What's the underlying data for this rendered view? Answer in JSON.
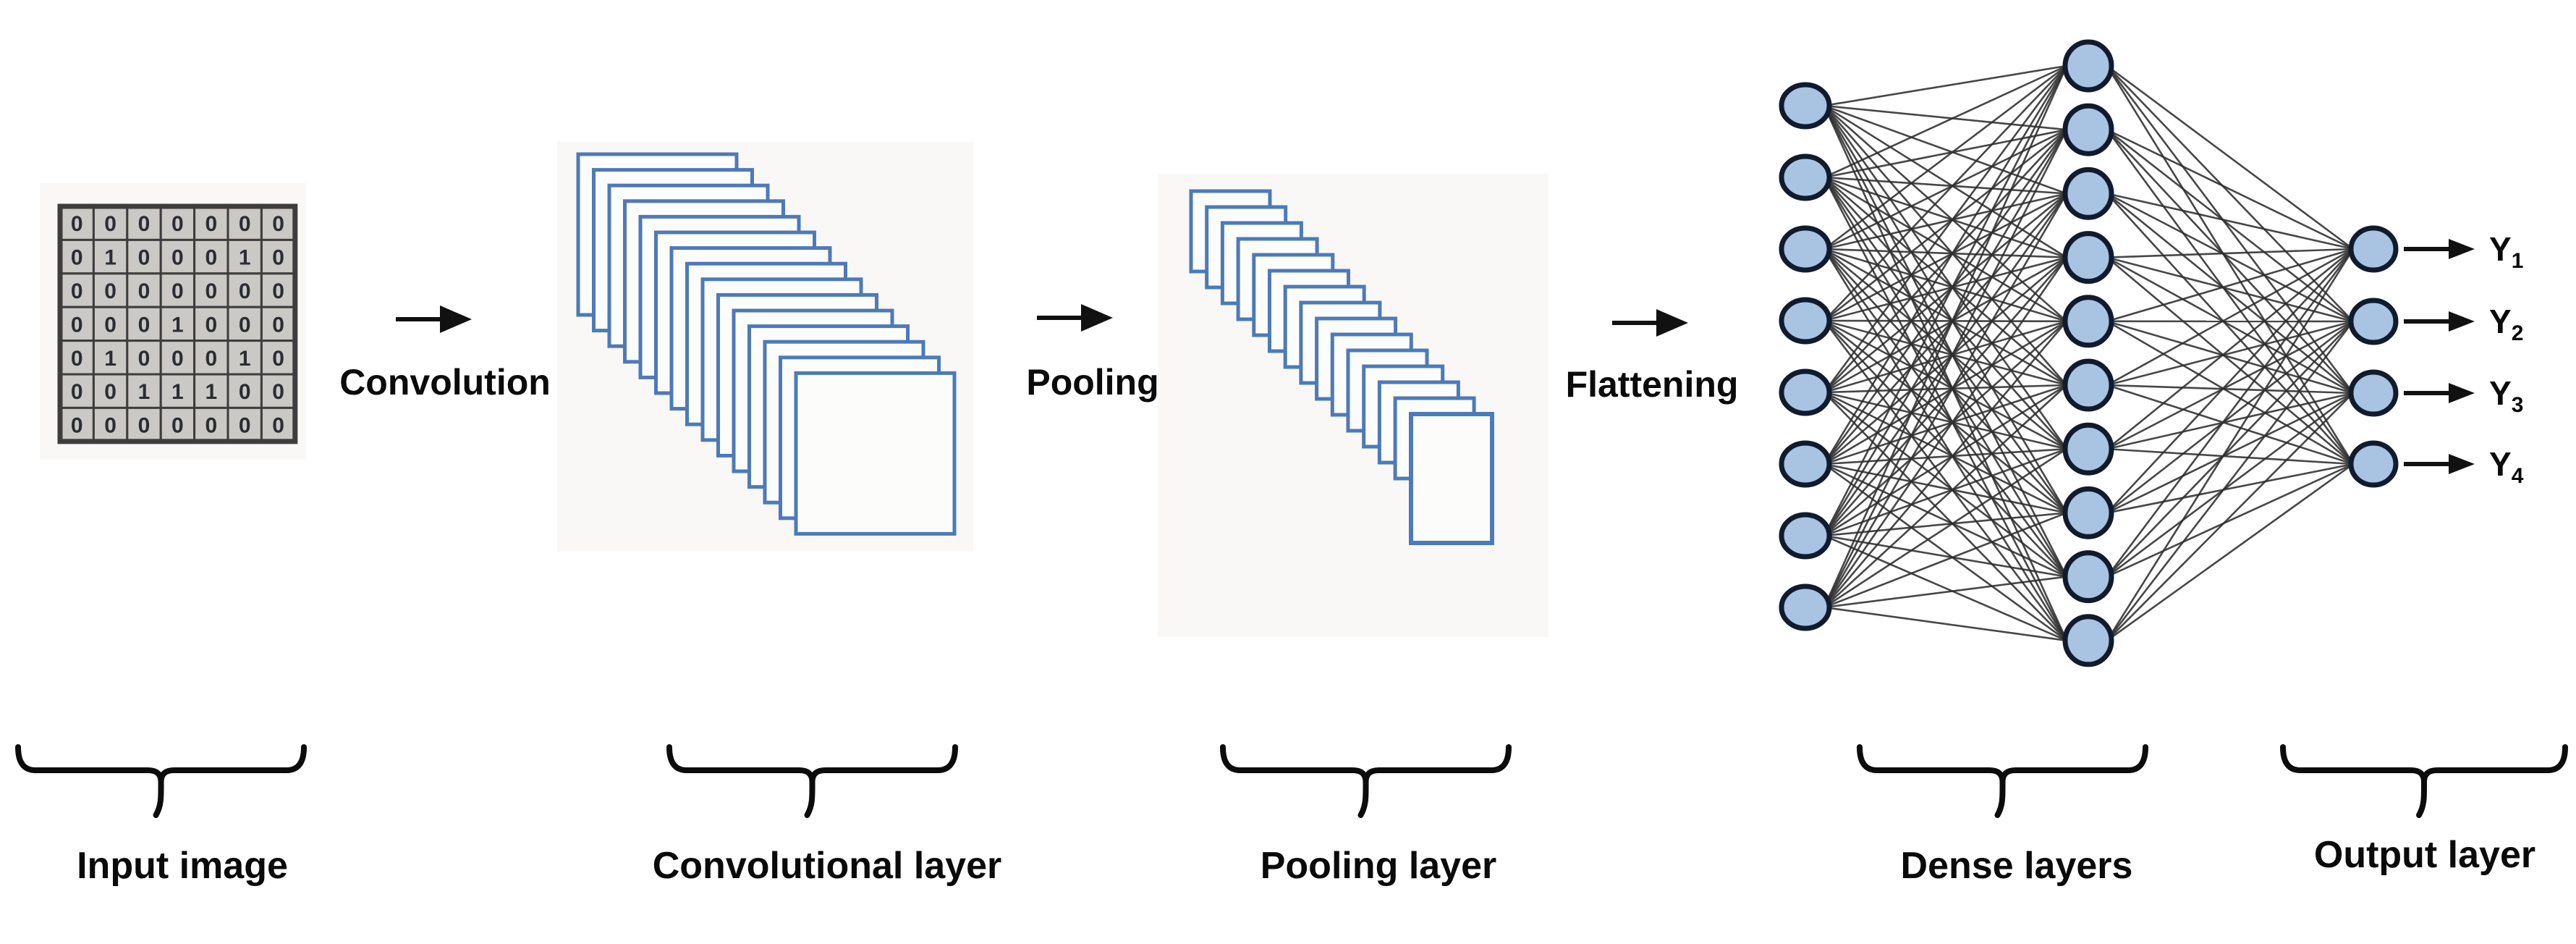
{
  "title": "Convolutional neural network architecture diagram",
  "input": {
    "label": "Input image",
    "matrix": [
      [
        0,
        0,
        0,
        0,
        0,
        0,
        0
      ],
      [
        0,
        1,
        0,
        0,
        0,
        1,
        0
      ],
      [
        0,
        0,
        0,
        0,
        0,
        0,
        0
      ],
      [
        0,
        0,
        0,
        1,
        0,
        0,
        0
      ],
      [
        0,
        1,
        0,
        0,
        0,
        1,
        0
      ],
      [
        0,
        0,
        1,
        1,
        1,
        0,
        0
      ],
      [
        0,
        0,
        0,
        0,
        0,
        0,
        0
      ]
    ]
  },
  "flow": {
    "convolution_label": "Convolution",
    "pooling_label": "Pooling",
    "flattening_label": "Flattening"
  },
  "stacks": {
    "convolutional": {
      "label": "Convolutional layer",
      "sheet_count": 15
    },
    "pooling": {
      "label": "Pooling layer",
      "sheet_count": 15
    }
  },
  "network": {
    "dense_label": "Dense layers",
    "output_label": "Output layer",
    "layer_sizes": [
      8,
      10,
      4
    ]
  },
  "outputs": [
    {
      "base": "Y",
      "sub": "1"
    },
    {
      "base": "Y",
      "sub": "2"
    },
    {
      "base": "Y",
      "sub": "3"
    },
    {
      "base": "Y",
      "sub": "4"
    }
  ],
  "colors": {
    "sheet_border": "#4d7ab8",
    "sheet_fill": "#fcfcfb",
    "stack_backdrop": "#f4f3f1",
    "node_fill": "#a9c3e2",
    "node_border": "#111b2e",
    "edge": "#2e2e2e",
    "grid_cell": "#cac9c5",
    "grid_line": "#3d3d3d",
    "number": "#2a2d33",
    "arrow": "#111111",
    "brace": "#0c0c0c"
  }
}
